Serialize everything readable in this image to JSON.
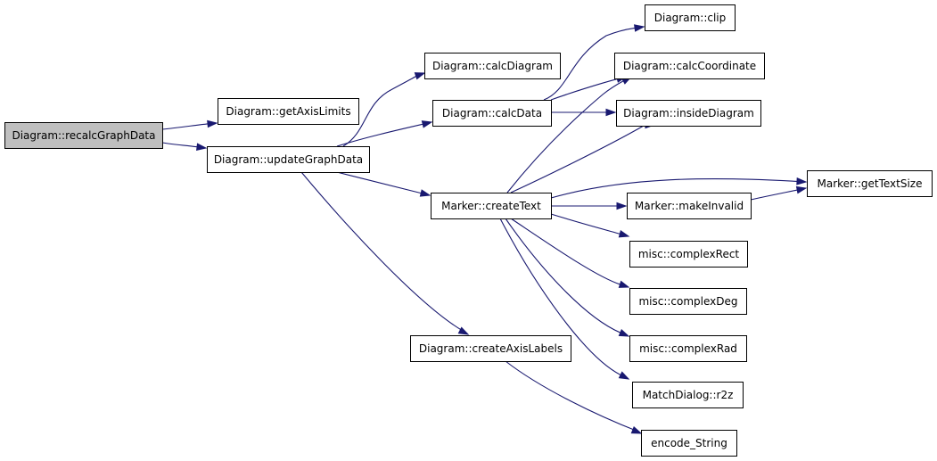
{
  "diagram": {
    "type": "call-graph",
    "colors": {
      "edge": "#191970",
      "root_fill": "#bfbfbf",
      "node_fill": "#ffffff",
      "border": "#000000"
    },
    "nodes": {
      "recalcGraphData": "Diagram::recalcGraphData",
      "getAxisLimits": "Diagram::getAxisLimits",
      "updateGraphData": "Diagram::updateGraphData",
      "calcDiagram": "Diagram::calcDiagram",
      "calcData": "Diagram::calcData",
      "createText": "Marker::createText",
      "createAxisLabels": "Diagram::createAxisLabels",
      "clip": "Diagram::clip",
      "calcCoordinate": "Diagram::calcCoordinate",
      "insideDiagram": "Diagram::insideDiagram",
      "makeInvalid": "Marker::makeInvalid",
      "getTextSize": "Marker::getTextSize",
      "complexRect": "misc::complexRect",
      "complexDeg": "misc::complexDeg",
      "complexRad": "misc::complexRad",
      "r2z": "MatchDialog::r2z",
      "encode_String": "encode_String"
    },
    "root": "recalcGraphData",
    "edges": [
      [
        "recalcGraphData",
        "getAxisLimits"
      ],
      [
        "recalcGraphData",
        "updateGraphData"
      ],
      [
        "updateGraphData",
        "calcDiagram"
      ],
      [
        "updateGraphData",
        "calcData"
      ],
      [
        "updateGraphData",
        "createText"
      ],
      [
        "updateGraphData",
        "createAxisLabels"
      ],
      [
        "calcData",
        "clip"
      ],
      [
        "calcData",
        "calcCoordinate"
      ],
      [
        "calcData",
        "insideDiagram"
      ],
      [
        "createText",
        "calcCoordinate"
      ],
      [
        "createText",
        "insideDiagram"
      ],
      [
        "createText",
        "getTextSize"
      ],
      [
        "createText",
        "makeInvalid"
      ],
      [
        "createText",
        "complexRect"
      ],
      [
        "createText",
        "complexDeg"
      ],
      [
        "createText",
        "complexRad"
      ],
      [
        "createText",
        "r2z"
      ],
      [
        "makeInvalid",
        "getTextSize"
      ],
      [
        "createAxisLabels",
        "encode_String"
      ]
    ]
  }
}
